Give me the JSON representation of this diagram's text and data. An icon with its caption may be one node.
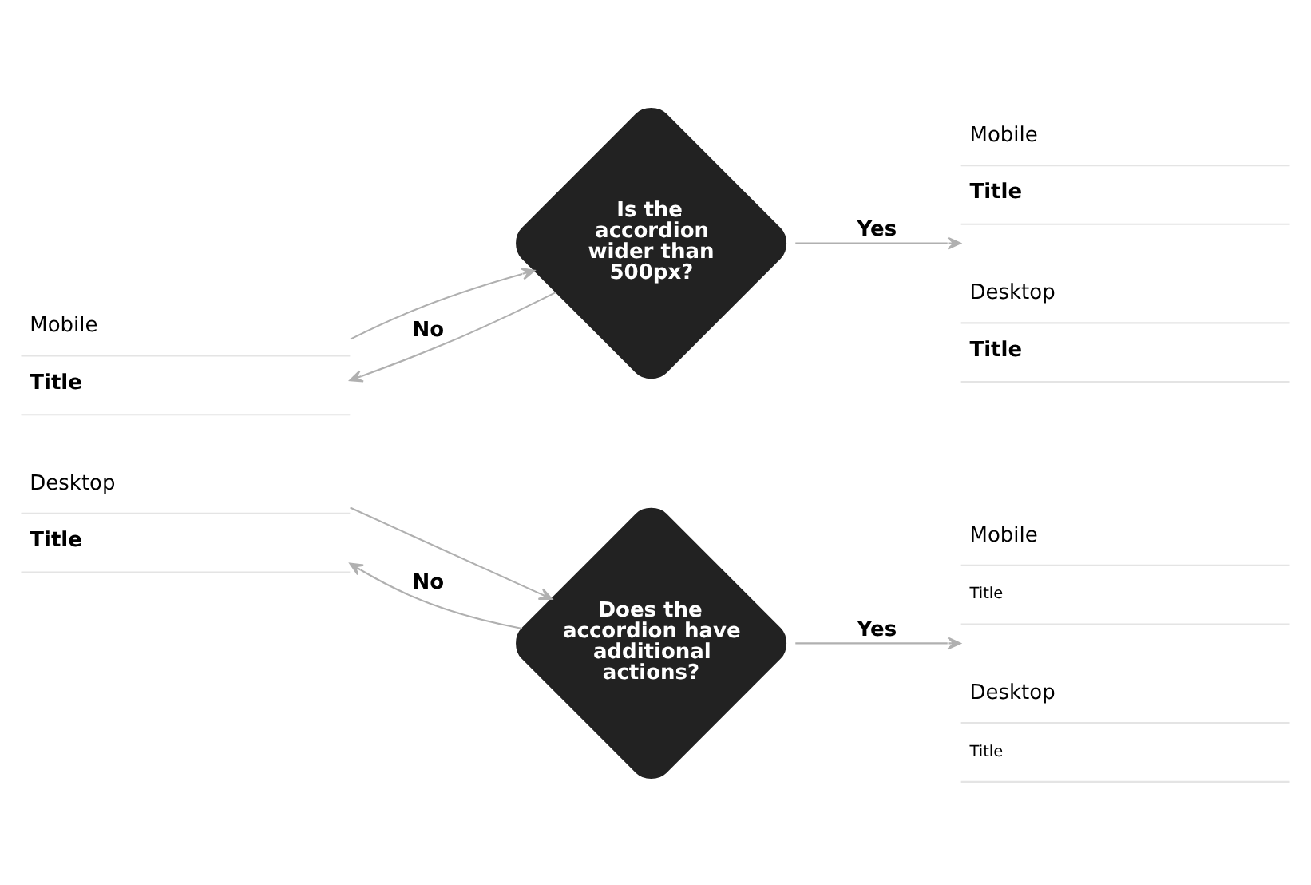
{
  "diagram": {
    "nodes": [
      {
        "text": [
          "Mobile",
          "Title",
          "Desktop",
          "Title"
        ]
      },
      {
        "text": [
          "Is the accordion wider than 500px?"
        ]
      },
      {
        "text": [
          "Does the accordion have additional actions?"
        ]
      },
      {
        "text": [
          "Mobile",
          "Title",
          "Desktop",
          "Title"
        ]
      },
      {
        "text": [
          "Mobile",
          "Title",
          "Desktop",
          "Title"
        ]
      }
    ],
    "edges": [
      {
        "from": 0,
        "to": 1,
        "arrow": "to"
      },
      {
        "from": 0,
        "to": 2,
        "arrow": "to"
      },
      {
        "from": 1,
        "to": 3,
        "label": "Yes",
        "arrow": "to"
      },
      {
        "from": 2,
        "to": 4,
        "label": "Yes",
        "arrow": "to"
      },
      {
        "from": 1,
        "to": 0,
        "label": "No",
        "arrow": "to"
      },
      {
        "from": 2,
        "to": 0,
        "label": "No",
        "arrow": "to"
      }
    ]
  }
}
